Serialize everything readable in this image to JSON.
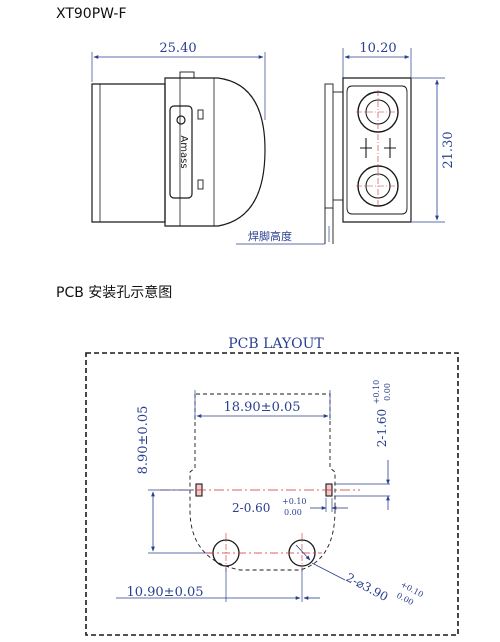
{
  "headings": {
    "model": "XT90PW-F",
    "pcb_section": "PCB 安装孔示意图"
  },
  "side_view": {
    "length_dim": "25.40",
    "brand_text": "Amass"
  },
  "front_view": {
    "width_dim": "10.20",
    "height_dim": "21.30",
    "foot_label": "焊脚高度"
  },
  "pcb_layout": {
    "title": "PCB LAYOUT",
    "top_span": "18.90±0.05",
    "vertical_dim": "8.90±0.05",
    "bottom_span": "10.90±0.05",
    "slot_width": "2-0.60",
    "slot_width_tol_upper": "+0.10",
    "slot_width_tol_lower": "0.00",
    "slot_length": "2-1.60",
    "slot_length_tol_upper": "+0.10",
    "slot_length_tol_lower": "0.00",
    "hole_diameter": "2-⌀3.90",
    "hole_tol_upper": "+0.10",
    "hole_tol_lower": "0.00"
  },
  "colors": {
    "dimension": "#2a3f8f",
    "outline": "#1a1a1a",
    "centerline": "#d03030"
  }
}
